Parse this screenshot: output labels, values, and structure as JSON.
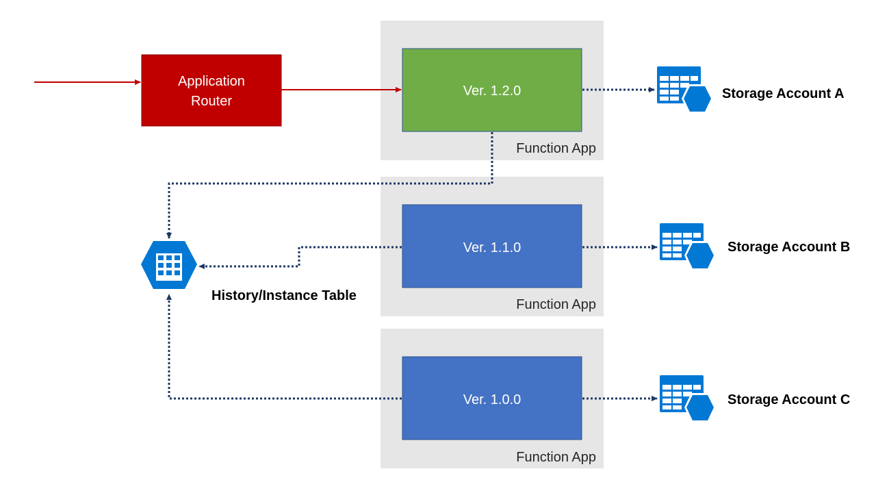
{
  "router": {
    "line1": "Application",
    "line2": "Router"
  },
  "function_apps": [
    {
      "version": "Ver. 1.2.0",
      "label": "Function App",
      "color": "#70ad47"
    },
    {
      "version": "Ver. 1.1.0",
      "label": "Function App",
      "color": "#4472c4"
    },
    {
      "version": "Ver. 1.0.0",
      "label": "Function App",
      "color": "#4472c4"
    }
  ],
  "storage_accounts": [
    {
      "label": "Storage Account A",
      "icon": "storage-table-icon"
    },
    {
      "label": "Storage Account B",
      "icon": "storage-table-icon"
    },
    {
      "label": "Storage Account C",
      "icon": "storage-table-icon"
    }
  ],
  "history_table": {
    "label": "History/Instance Table",
    "icon": "table-hexagon-icon"
  },
  "colors": {
    "router_fill": "#c00000",
    "router_arrow": "#c00000",
    "dotted_arrow": "#1f3864",
    "azure_blue": "#0078d4",
    "function_app_bg": "#e6e6e6"
  }
}
